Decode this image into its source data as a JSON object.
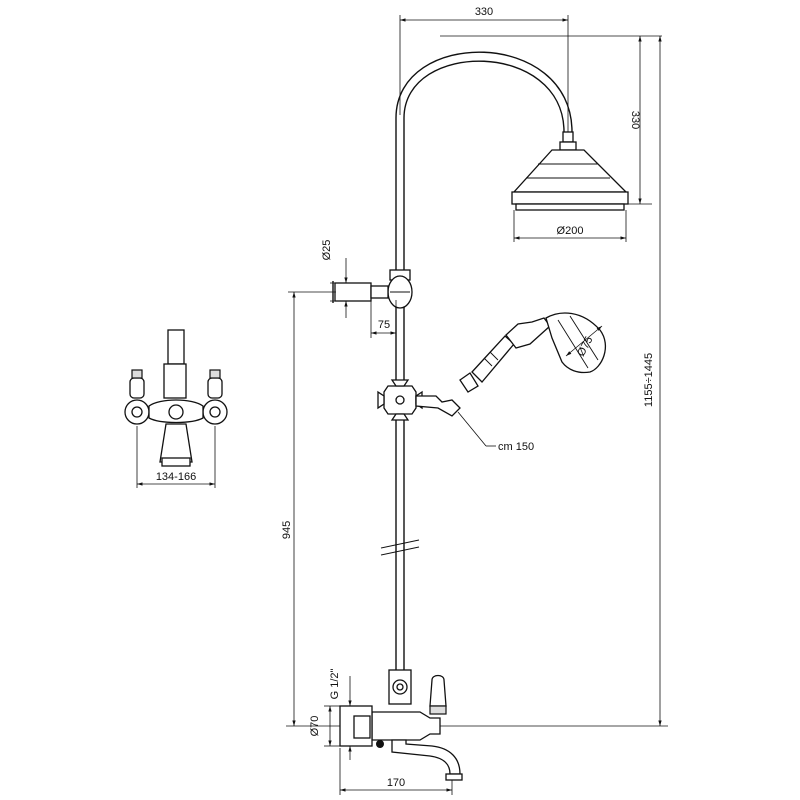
{
  "dimensions": {
    "arm_reach": "330",
    "arm_height": "330",
    "head_diameter": "Ø200",
    "bracket_diameter": "Ø25",
    "bracket_offset": "75",
    "hand_shower_diameter": "Ø75",
    "hose_length": "cm 150",
    "total_height": "1155÷1445",
    "mixer_height": "945",
    "center_distance": "134-166",
    "thread": "G 1/2\"",
    "flange_diameter": "Ø70",
    "spout_length": "170"
  }
}
